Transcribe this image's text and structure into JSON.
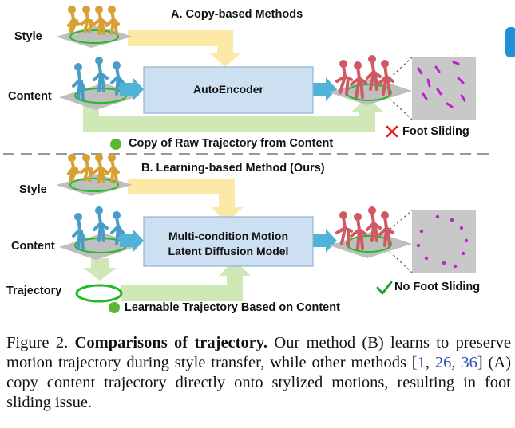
{
  "section_a": {
    "title": "A. Copy-based Methods",
    "style_label": "Style",
    "content_label": "Content",
    "box_label": "AutoEncoder",
    "trajectory_note": "Copy of Raw Trajectory from Content",
    "result_note": "Foot Sliding",
    "result_icon": "cross-icon"
  },
  "section_b": {
    "title": "B. Learning-based Method (Ours)",
    "style_label": "Style",
    "content_label": "Content",
    "trajectory_label": "Trajectory",
    "box_line1": "Multi-condition Motion",
    "box_line2": "Latent Diffusion Model",
    "trajectory_note": "Learnable Trajectory Based on Content",
    "result_note": "No Foot Sliding",
    "result_icon": "check-icon"
  },
  "caption": {
    "figure_label": "Figure 2.",
    "title": "Comparisons of trajectory.",
    "text_before": "Our method (B) learns to preserve motion trajectory during style transfer, while other methods [",
    "cite1": "1",
    "sep1": ", ",
    "cite2": "26",
    "sep2": ", ",
    "cite3": "36",
    "text_after": "] (A) copy content trajectory directly onto stylized motions, resulting in foot sliding issue."
  },
  "colors": {
    "yellow_arrow": "#fde9a6",
    "green_arrow": "#cfe8b6",
    "box_fill": "#cde0f1",
    "teal_arrow": "#4fb3d5",
    "style_figure": "#d8a032",
    "content_figure": "#4a9cc8",
    "output_figure": "#d05a63",
    "trajectory_ring": "#22bb22",
    "dot_magenta": "#c020d0",
    "cross": "#e02020",
    "check": "#1fa02a"
  }
}
